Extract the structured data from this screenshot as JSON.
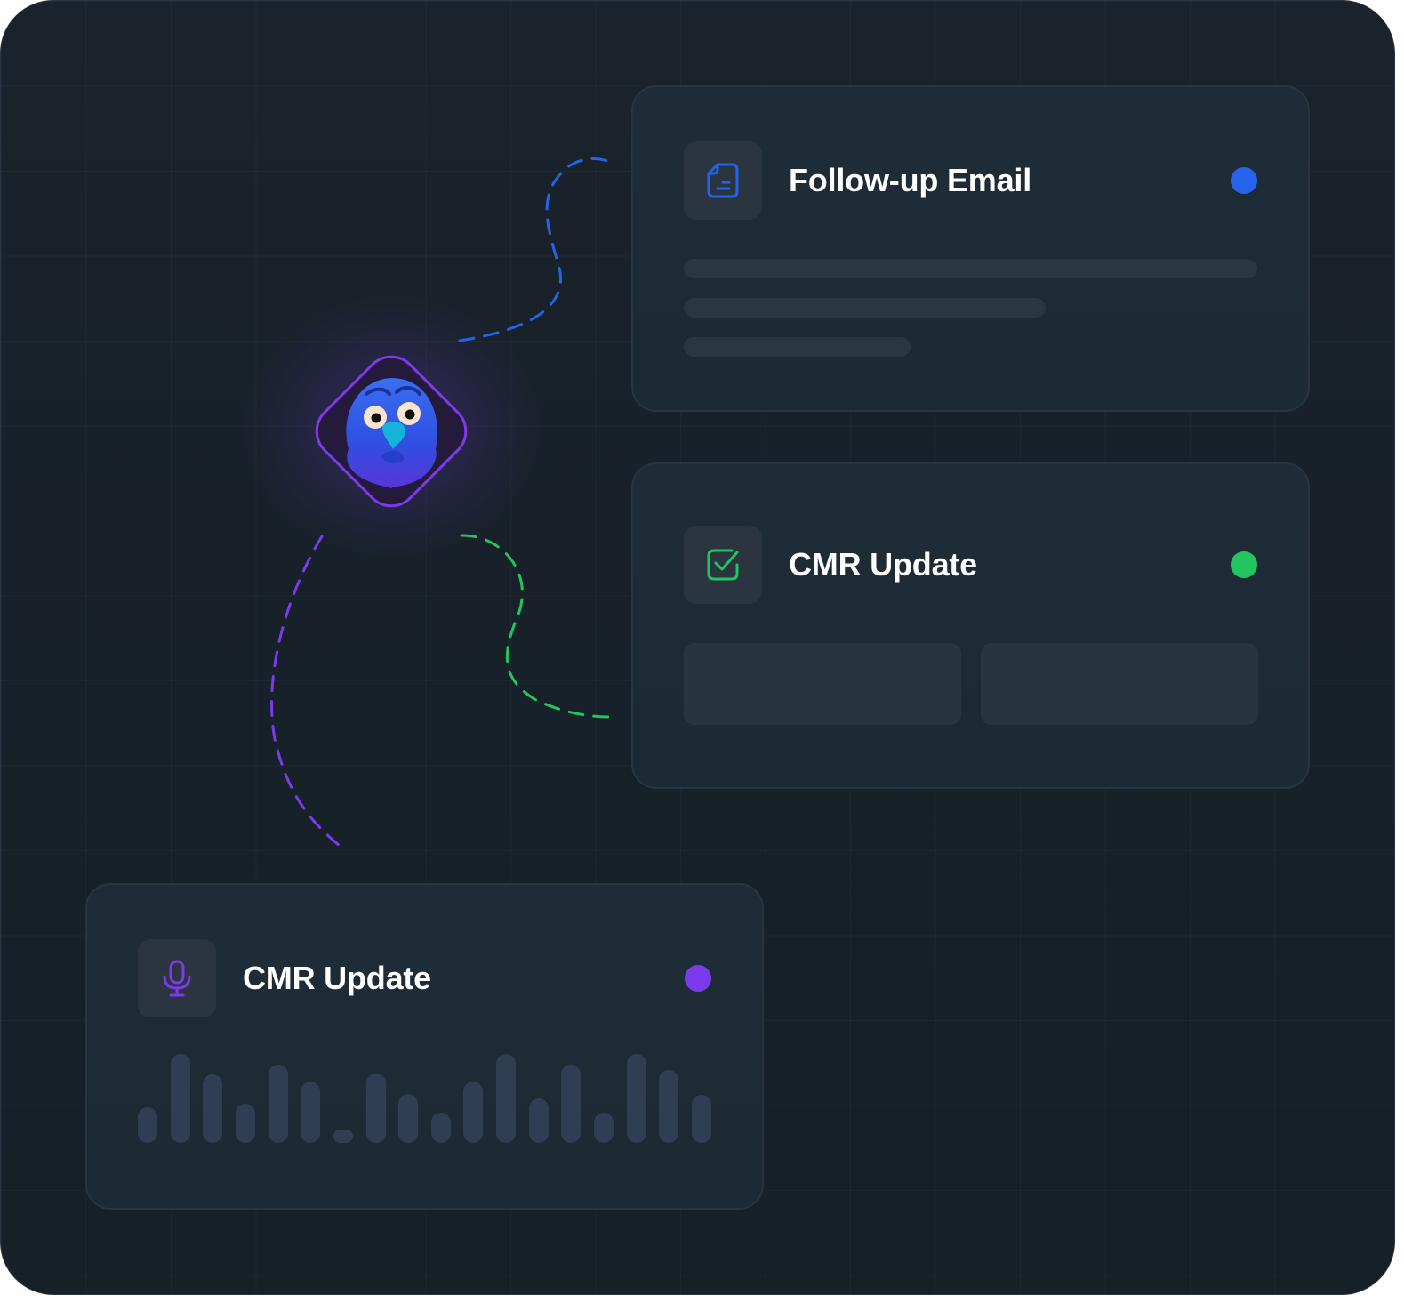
{
  "colors": {
    "email_accent": "#2563eb",
    "crm_accent": "#22c55e",
    "voice_accent": "#7c3aed"
  },
  "agent": {
    "icon": "parrot-mascot-icon"
  },
  "cards": {
    "email": {
      "title": "Follow-up Email",
      "icon": "document-icon",
      "status_color": "#2563eb"
    },
    "crm": {
      "title": "CMR Update",
      "icon": "checkbox-icon",
      "status_color": "#22c55e"
    },
    "voice": {
      "title": "CMR Update",
      "icon": "microphone-icon",
      "status_color": "#7c3aed",
      "waveform_levels": [
        0.4,
        1.0,
        0.77,
        0.44,
        0.88,
        0.69,
        0.15,
        0.78,
        0.55,
        0.34,
        0.69,
        1.0,
        0.5,
        0.88,
        0.34,
        1.0,
        0.82,
        0.54
      ]
    }
  }
}
